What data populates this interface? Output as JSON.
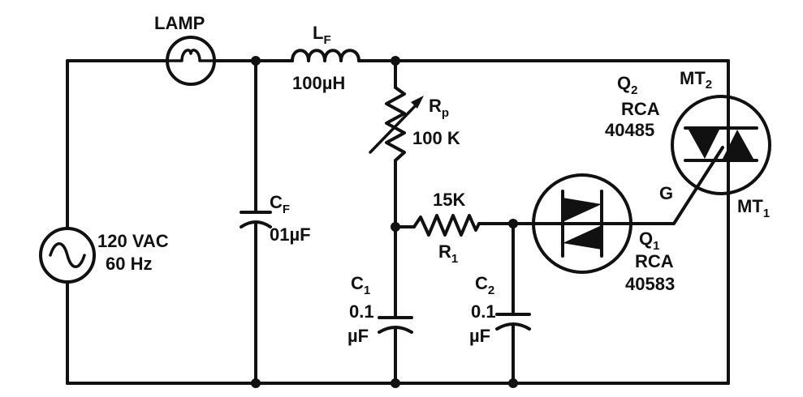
{
  "source": {
    "line1": "120 VAC",
    "line2": "60 Hz"
  },
  "lamp": {
    "label": "LAMP"
  },
  "lf": {
    "letter": "L",
    "sub": "F",
    "value": "100µH"
  },
  "cf": {
    "letter": "C",
    "sub": "F",
    "value": "01µF"
  },
  "rp": {
    "letter": "R",
    "sub": "p",
    "value": "100 K"
  },
  "r1": {
    "letter": "R",
    "sub": "1",
    "value": "15K"
  },
  "c1": {
    "letter": "C",
    "sub": "1",
    "value1": "0.1",
    "value2": "µF"
  },
  "c2": {
    "letter": "C",
    "sub": "2",
    "value1": "0.1",
    "value2": "µF"
  },
  "q1": {
    "letter": "Q",
    "sub": "1",
    "line2": "RCA",
    "line3": "40583"
  },
  "q2": {
    "letter": "Q",
    "sub": "2",
    "line2": "RCA",
    "line3": "40485"
  },
  "triac": {
    "mt2": "MT",
    "mt2_sub": "2",
    "mt1": "MT",
    "mt1_sub": "1",
    "gate": "G"
  }
}
